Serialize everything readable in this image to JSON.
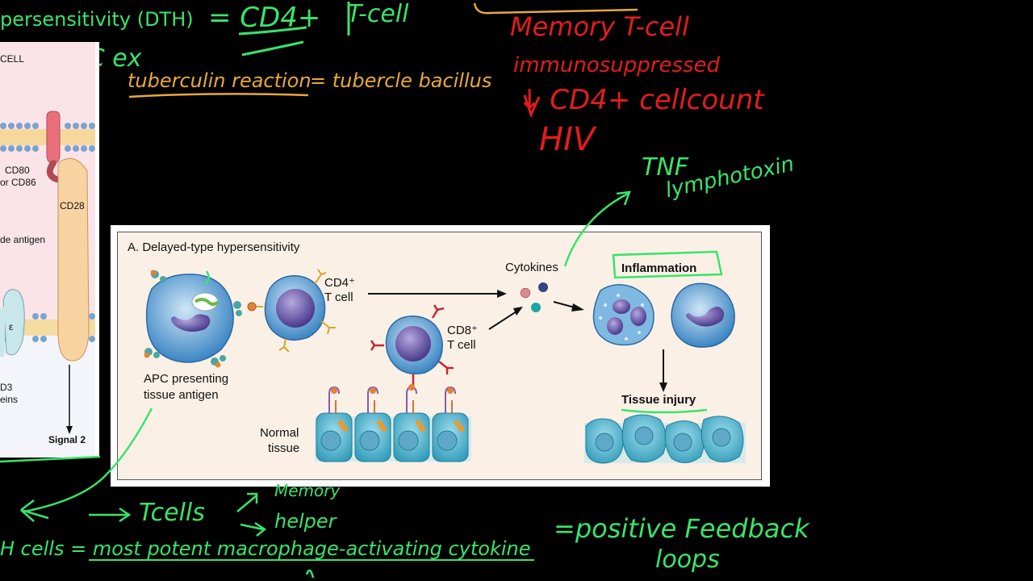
{
  "notes": {
    "dth_header": "persensitivity (DTH)",
    "eq_cd4": "= CD4+",
    "t_cell": "T-cell",
    "apc_ex": "=APC ex",
    "tuberculin": "tuberculin reaction",
    "tubercle": "= tubercle bacillus",
    "memory_tcell": "Memory T-cell",
    "immunosuppressed": "immunosuppressed",
    "cd4_count": "↓ CD4+ cellcount",
    "hiv": "HIV",
    "tnf": "TNF",
    "lymphotoxin": "lymphotoxin",
    "tcells": "Tcells",
    "memory": "Memory",
    "helper": "helper",
    "h_cells": "H cells = most potent macrophage-activating cytokine",
    "positive": "=positive Feedback",
    "loops": "loops"
  },
  "left_figure": {
    "cell_label": "CELL",
    "cd80": "CD80",
    "or_cd86": "or CD86",
    "cd28": "CD28",
    "de_antigen": "de antigen",
    "epsilon": "ε",
    "d3": "D3",
    "eins": "eins",
    "signal2": "Signal 2"
  },
  "figure": {
    "title": "A. Delayed-type hypersensitivity",
    "cd4_label": "CD4⁺",
    "cd4_tcell": "T cell",
    "cd8_label": "CD8⁺",
    "cd8_tcell": "T cell",
    "cytokines": "Cytokines",
    "inflammation": "Inflammation",
    "apc_line1": "APC presenting",
    "apc_line2": "tissue antigen",
    "normal1": "Normal",
    "normal2": "tissue",
    "tissue_injury": "Tissue injury"
  },
  "colors": {
    "pen_green": "#39e46a",
    "pen_orange": "#e8a93a",
    "pen_red": "#e41c1c",
    "cell_blue": "#4d98cf",
    "nucleus_purple": "#6c58a8",
    "tissue_teal": "#4bb2c9"
  }
}
